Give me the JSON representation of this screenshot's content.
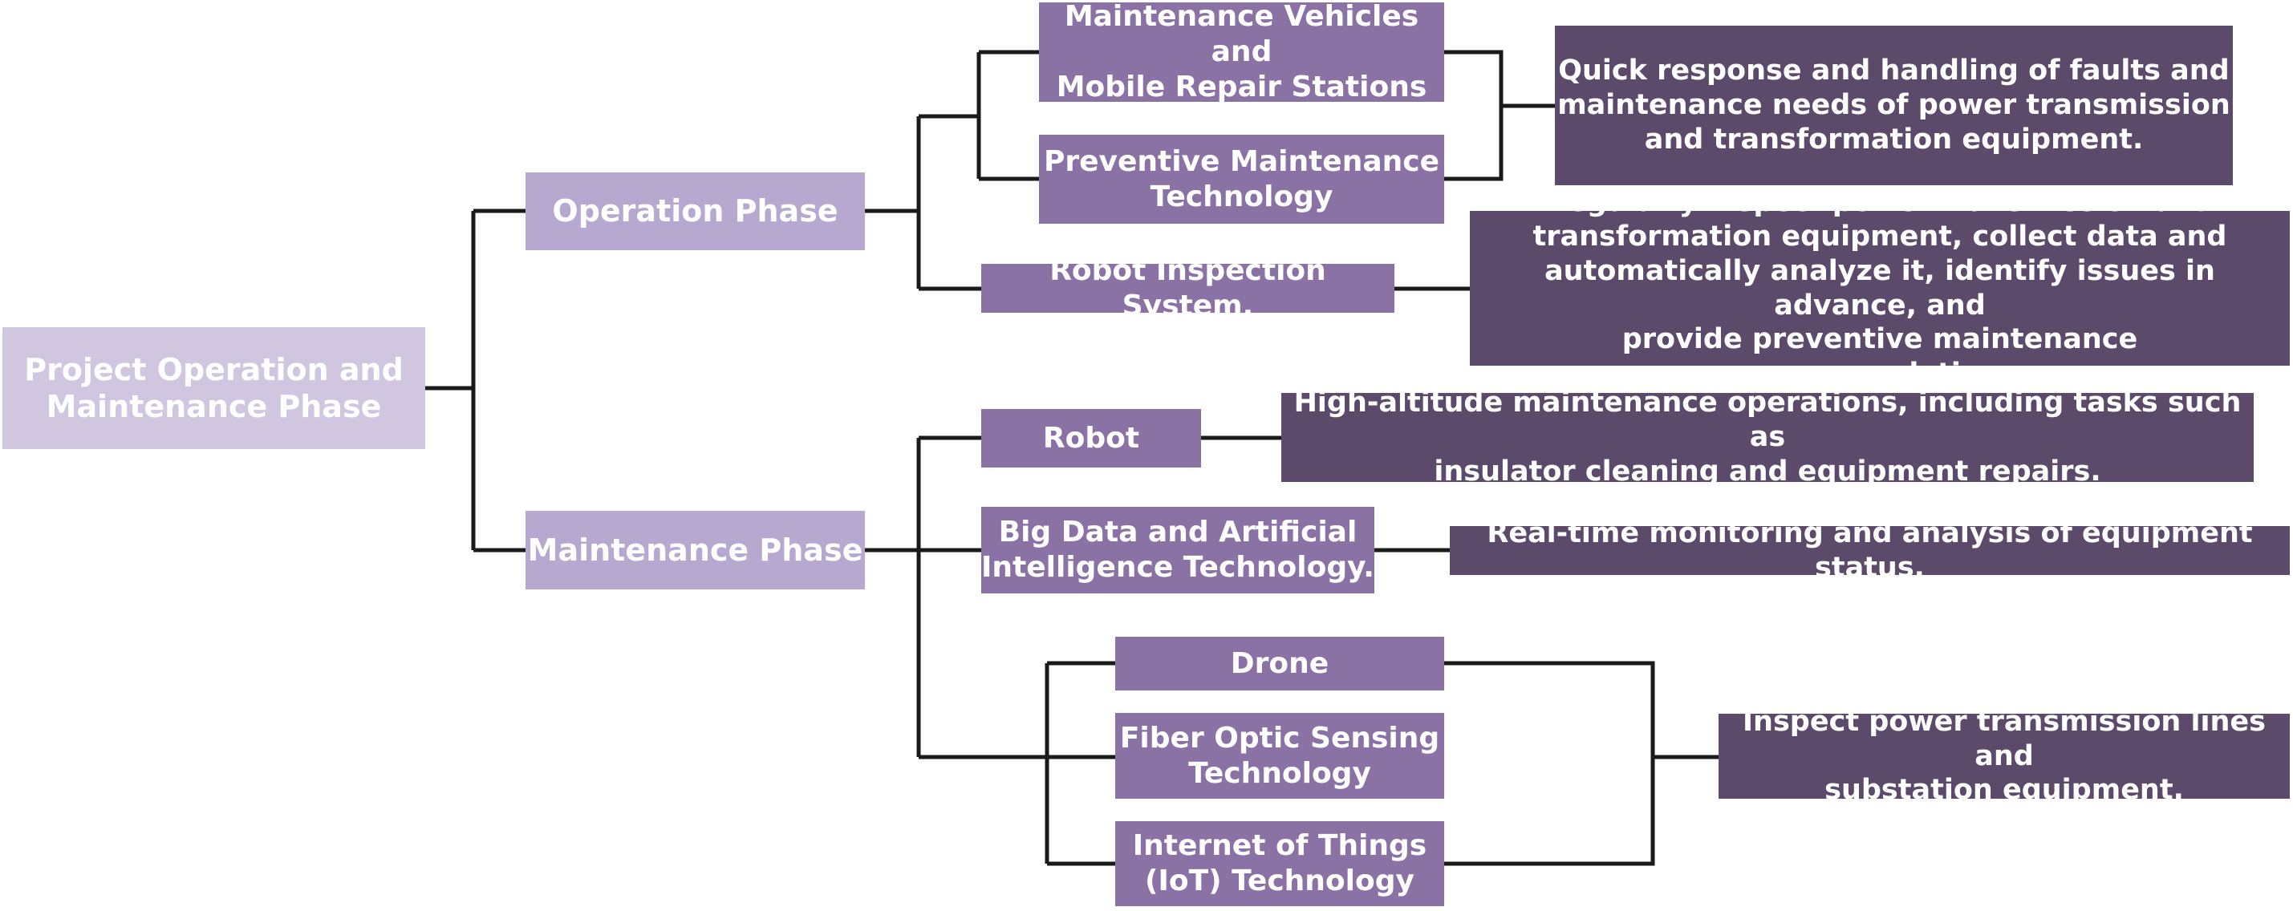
{
  "colors": {
    "root_fill": "#d0c6e0",
    "phase_fill": "#b6a8ce",
    "technology_fill": "#8a72a4",
    "description_fill": "#5c4a6a",
    "text": "#ffffff",
    "connector": "#1a1a1a"
  },
  "root": {
    "label": "Project Operation and\nMaintenance Phase"
  },
  "phases": {
    "operation": {
      "label": "Operation Phase",
      "technologies": {
        "vehicles": "Maintenance Vehicles and\nMobile Repair Stations",
        "preventive": "Preventive Maintenance\nTechnology",
        "robot_inspection": "Robot Inspection System."
      },
      "descriptions": {
        "quick_response": "Quick response and handling of faults and\nmaintenance needs of power transmission\nand transformation equipment.",
        "regular_inspect": "Regularly inspect power transmission and\ntransformation equipment, collect data and\nautomatically analyze it, identify issues in advance, and\nprovide preventive maintenance recommendations."
      }
    },
    "maintenance": {
      "label": "Maintenance Phase",
      "technologies": {
        "robot": "Robot",
        "big_data": "Big Data and Artificial\nIntelligence Technology.",
        "drone": "Drone",
        "fiber": "Fiber Optic Sensing\nTechnology",
        "iot": "Internet of Things\n(IoT) Technology"
      },
      "descriptions": {
        "high_altitude": "High-altitude maintenance operations, including tasks such as\ninsulator cleaning and equipment repairs.",
        "realtime": "Real-time monitoring and analysis of equipment status.",
        "inspect_lines": "Inspect power transmission lines and\nsubstation equipment."
      }
    }
  }
}
